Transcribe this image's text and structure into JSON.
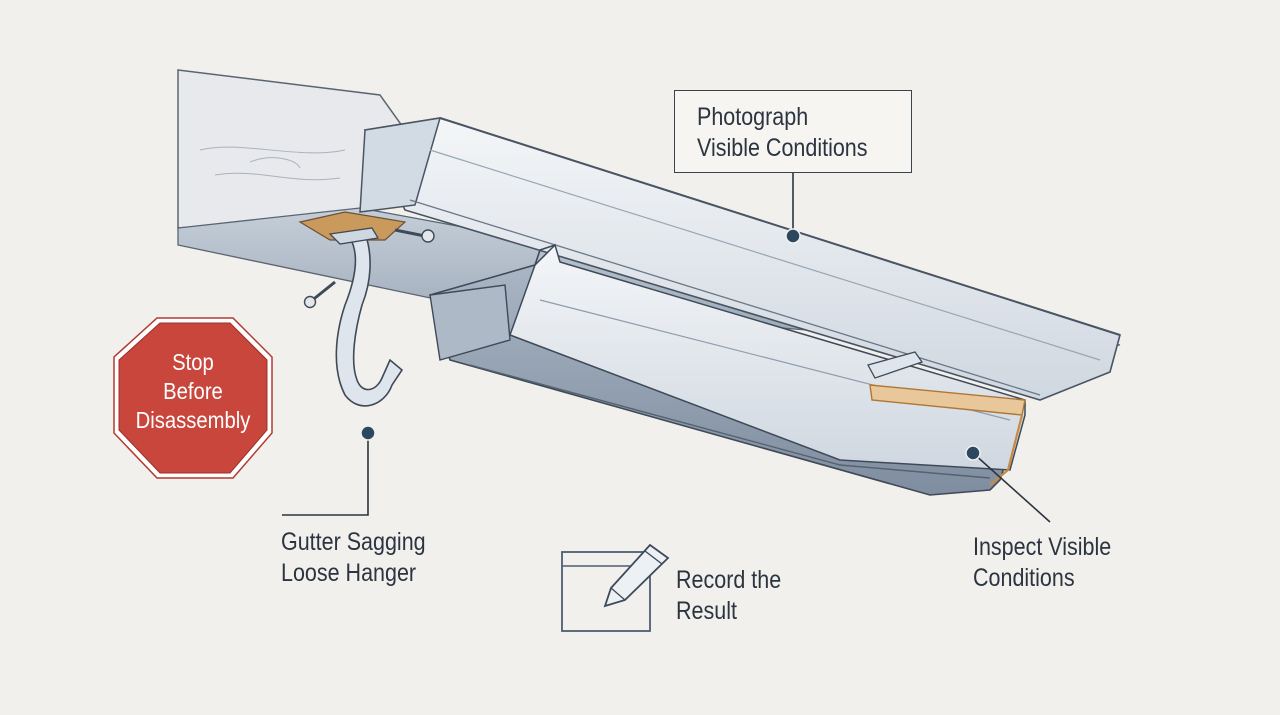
{
  "callouts": {
    "photograph": [
      "Photograph",
      "Visible Conditions"
    ],
    "sagging": [
      "Gutter Sagging",
      "Loose Hanger"
    ],
    "inspect": [
      "Inspect Visible",
      "Conditions"
    ],
    "record": [
      "Record the",
      "Result"
    ]
  },
  "stop_sign": {
    "lines": [
      "Stop",
      "Before",
      "Disassembly"
    ],
    "color": "#c8463c"
  },
  "icons": {
    "stop": "stop-sign-icon",
    "record": "clipboard-pencil-icon"
  },
  "colors": {
    "ink": "#2b3440",
    "gutter": "#dde3ea",
    "accent_marker": "#c98a40"
  }
}
